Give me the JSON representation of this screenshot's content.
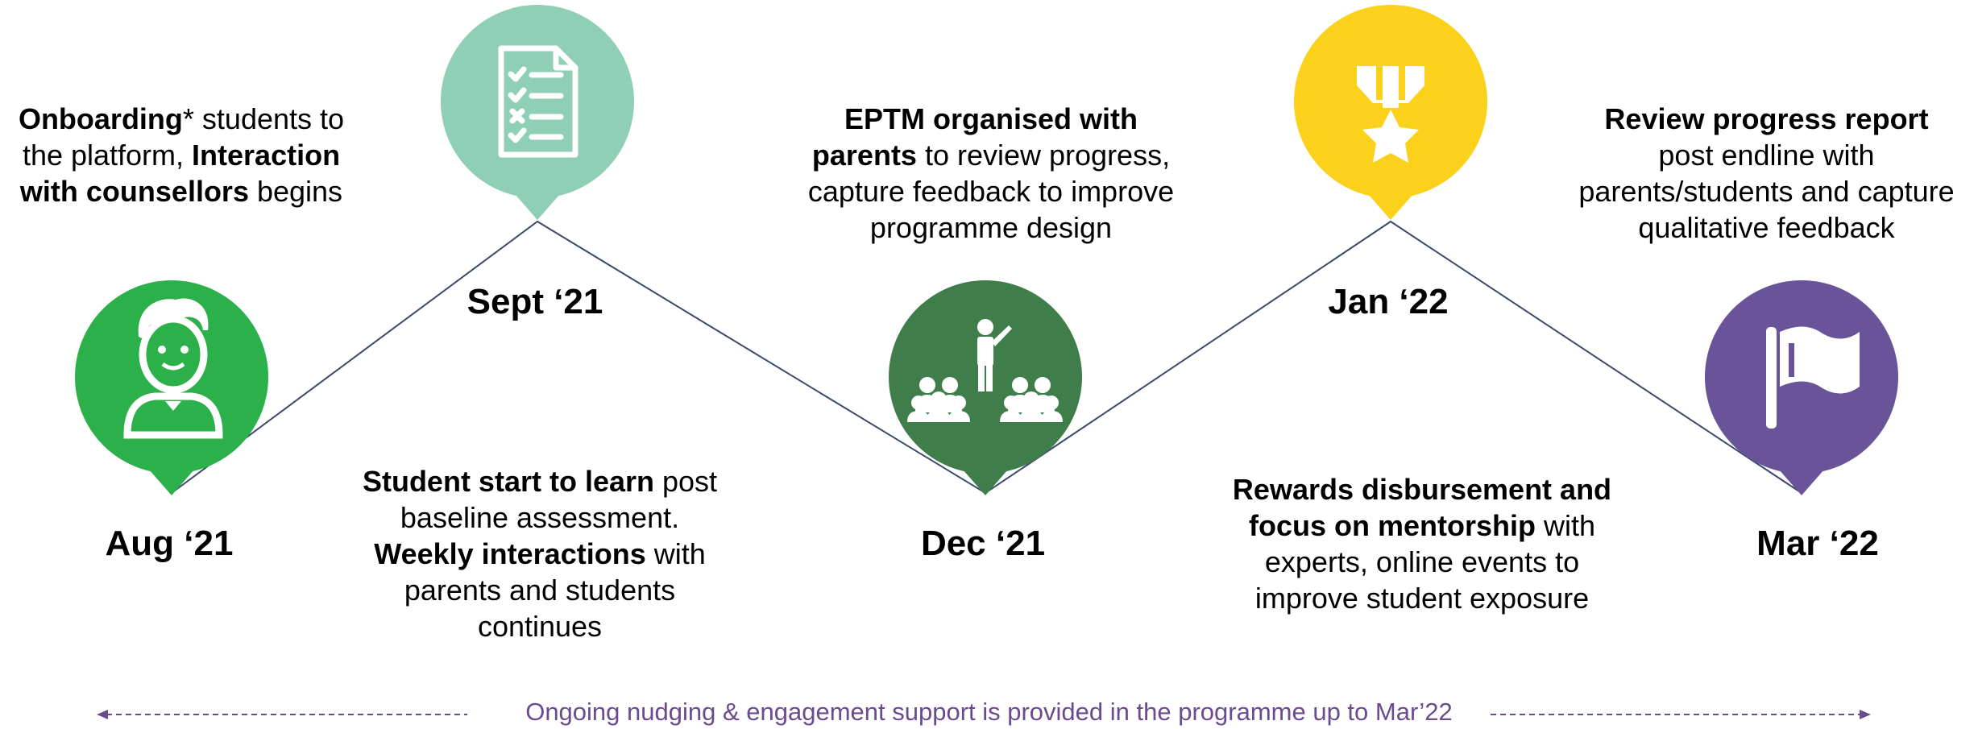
{
  "milestones": [
    {
      "date": "Aug ‘21",
      "icon": "student-icon",
      "color": "#2bb04a",
      "text": [
        [
          {
            "t": "Onboarding",
            "b": true
          },
          {
            "t": "* students to",
            "b": false
          }
        ],
        [
          {
            "t": "the platform, ",
            "b": false
          },
          {
            "t": "Interaction",
            "b": true
          }
        ],
        [
          {
            "t": "with counsellors",
            "b": true
          },
          {
            "t": " begins",
            "b": false
          }
        ]
      ]
    },
    {
      "date": "Sept ‘21",
      "icon": "checklist-icon",
      "color": "#8fcfb5",
      "text": [
        [
          {
            "t": "Student start to learn",
            "b": true
          },
          {
            "t": " post",
            "b": false
          }
        ],
        [
          {
            "t": "baseline assessment.",
            "b": false
          }
        ],
        [
          {
            "t": "Weekly interactions",
            "b": true
          },
          {
            "t": " with",
            "b": false
          }
        ],
        [
          {
            "t": "parents and students",
            "b": false
          }
        ],
        [
          {
            "t": "continues",
            "b": false
          }
        ]
      ]
    },
    {
      "date": "Dec ‘21",
      "icon": "presentation-audience-icon",
      "color": "#3f7d4b",
      "text": [
        [
          {
            "t": "EPTM organised with",
            "b": true
          }
        ],
        [
          {
            "t": "parents",
            "b": true
          },
          {
            "t": " to review progress,",
            "b": false
          }
        ],
        [
          {
            "t": "capture feedback to improve",
            "b": false
          }
        ],
        [
          {
            "t": "programme design",
            "b": false
          }
        ]
      ]
    },
    {
      "date": "Jan ‘22",
      "icon": "award-medal-icon",
      "color": "#fbd11c",
      "text": [
        [
          {
            "t": "Rewards disbursement and",
            "b": true
          }
        ],
        [
          {
            "t": "focus on mentorship",
            "b": true
          },
          {
            "t": " with",
            "b": false
          }
        ],
        [
          {
            "t": "experts, online events to",
            "b": false
          }
        ],
        [
          {
            "t": "improve student exposure",
            "b": false
          }
        ]
      ]
    },
    {
      "date": "Mar ‘22",
      "icon": "flag-icon",
      "color": "#6a5499",
      "text": [
        [
          {
            "t": "Review progress report",
            "b": true
          }
        ],
        [
          {
            "t": "post endline with",
            "b": false
          }
        ],
        [
          {
            "t": "parents/students and capture",
            "b": false
          }
        ],
        [
          {
            "t": "qualitative feedback",
            "b": false
          }
        ]
      ]
    }
  ],
  "colors": {
    "line": "#3b4a6b",
    "footer": "#6a4b8e",
    "icon": "#ffffff"
  },
  "footer": "Ongoing nudging & engagement support is provided in the programme up to Mar’22"
}
